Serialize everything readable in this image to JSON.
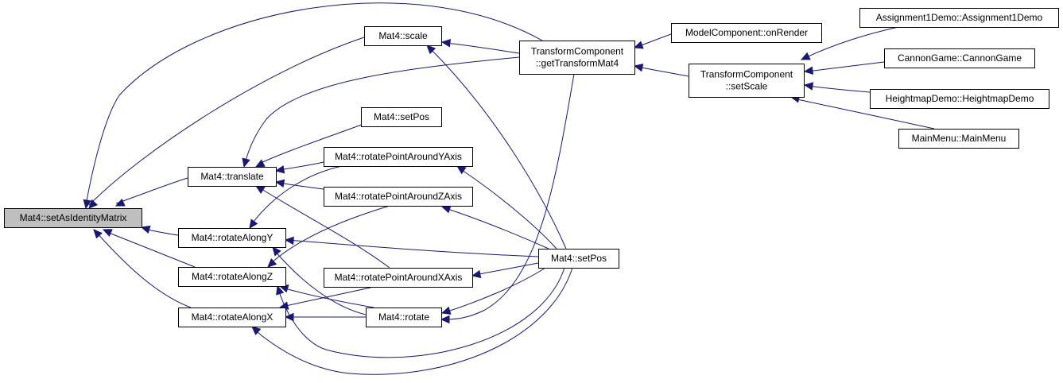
{
  "nodes": [
    {
      "id": "setAsIdentityMatrix",
      "lines": [
        "Mat4::setAsIdentityMatrix"
      ],
      "root": true
    },
    {
      "id": "scale",
      "lines": [
        "Mat4::scale"
      ]
    },
    {
      "id": "translate",
      "lines": [
        "Mat4::translate"
      ]
    },
    {
      "id": "rotateAlongY",
      "lines": [
        "Mat4::rotateAlongY"
      ]
    },
    {
      "id": "rotateAlongZ",
      "lines": [
        "Mat4::rotateAlongZ"
      ]
    },
    {
      "id": "rotateAlongX",
      "lines": [
        "Mat4::rotateAlongX"
      ]
    },
    {
      "id": "setPosA",
      "lines": [
        "Mat4::setPos"
      ]
    },
    {
      "id": "rotatePointAroundYAxis",
      "lines": [
        "Mat4::rotatePointAroundYAxis"
      ]
    },
    {
      "id": "rotatePointAroundZAxis",
      "lines": [
        "Mat4::rotatePointAroundZAxis"
      ]
    },
    {
      "id": "rotatePointAroundXAxis",
      "lines": [
        "Mat4::rotatePointAroundXAxis"
      ]
    },
    {
      "id": "rotate",
      "lines": [
        "Mat4::rotate"
      ]
    },
    {
      "id": "getTransformMat4",
      "lines": [
        "TransformComponent",
        "::getTransformMat4"
      ]
    },
    {
      "id": "setPosB",
      "lines": [
        "Mat4::setPos"
      ]
    },
    {
      "id": "onRender",
      "lines": [
        "ModelComponent::onRender"
      ]
    },
    {
      "id": "setScale",
      "lines": [
        "TransformComponent",
        "::setScale"
      ]
    },
    {
      "id": "assignment1Demo",
      "lines": [
        "Assignment1Demo::Assignment1Demo"
      ]
    },
    {
      "id": "cannonGame",
      "lines": [
        "CannonGame::CannonGame"
      ]
    },
    {
      "id": "heightmapDemo",
      "lines": [
        "HeightmapDemo::HeightmapDemo"
      ]
    },
    {
      "id": "mainMenu",
      "lines": [
        "MainMenu::MainMenu"
      ]
    }
  ],
  "edges": [
    {
      "from": "scale",
      "to": "setAsIdentityMatrix"
    },
    {
      "from": "translate",
      "to": "setAsIdentityMatrix"
    },
    {
      "from": "rotateAlongY",
      "to": "setAsIdentityMatrix"
    },
    {
      "from": "rotateAlongZ",
      "to": "setAsIdentityMatrix"
    },
    {
      "from": "rotateAlongX",
      "to": "setAsIdentityMatrix"
    },
    {
      "from": "getTransformMat4",
      "to": "setAsIdentityMatrix"
    },
    {
      "from": "getTransformMat4",
      "to": "scale"
    },
    {
      "from": "getTransformMat4",
      "to": "translate"
    },
    {
      "from": "setPosA",
      "to": "translate"
    },
    {
      "from": "rotatePointAroundYAxis",
      "to": "translate"
    },
    {
      "from": "rotatePointAroundZAxis",
      "to": "translate"
    },
    {
      "from": "rotatePointAroundXAxis",
      "to": "translate"
    },
    {
      "from": "rotatePointAroundYAxis",
      "to": "rotateAlongY"
    },
    {
      "from": "setPosB",
      "to": "rotateAlongY"
    },
    {
      "from": "rotate",
      "to": "rotateAlongY"
    },
    {
      "from": "rotatePointAroundZAxis",
      "to": "rotateAlongZ"
    },
    {
      "from": "rotate",
      "to": "rotateAlongZ"
    },
    {
      "from": "setPosB",
      "to": "rotateAlongZ"
    },
    {
      "from": "rotatePointAroundXAxis",
      "to": "rotateAlongX"
    },
    {
      "from": "rotate",
      "to": "rotateAlongX"
    },
    {
      "from": "setPosB",
      "to": "rotateAlongX"
    },
    {
      "from": "setPosB",
      "to": "scale"
    },
    {
      "from": "setPosB",
      "to": "rotatePointAroundYAxis"
    },
    {
      "from": "setPosB",
      "to": "rotatePointAroundZAxis"
    },
    {
      "from": "setPosB",
      "to": "rotatePointAroundXAxis"
    },
    {
      "from": "setPosB",
      "to": "rotate"
    },
    {
      "from": "getTransformMat4",
      "to": "rotate"
    },
    {
      "from": "onRender",
      "to": "getTransformMat4"
    },
    {
      "from": "setScale",
      "to": "getTransformMat4"
    },
    {
      "from": "assignment1Demo",
      "to": "setScale"
    },
    {
      "from": "cannonGame",
      "to": "setScale"
    },
    {
      "from": "heightmapDemo",
      "to": "setScale"
    },
    {
      "from": "mainMenu",
      "to": "setScale"
    }
  ],
  "colors": {
    "edge": "#191970",
    "node_border": "#000000",
    "node_fill": "#ffffff",
    "root_fill": "#bfbfbf"
  }
}
